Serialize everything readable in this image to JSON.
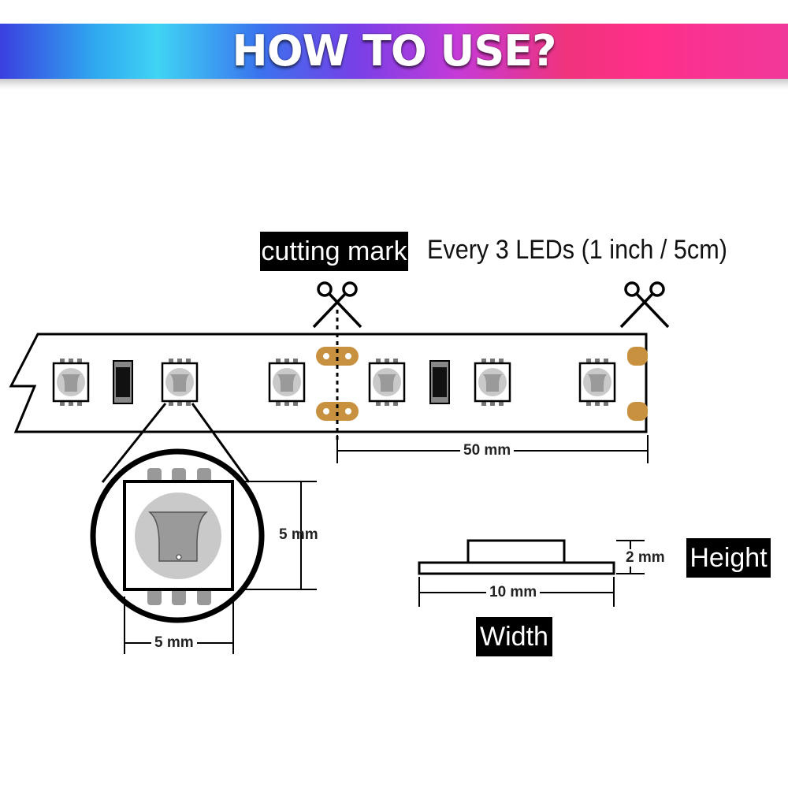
{
  "header": {
    "title": "HOW TO USE?"
  },
  "labels": {
    "cutting_mark": "cutting mark",
    "every_3_leds": "Every 3 LEDs (1 inch / 5cm)",
    "segment_length": "50 mm",
    "led_height": "5 mm",
    "led_width": "5 mm",
    "strip_height": "2 mm",
    "strip_width": "10 mm",
    "height_label": "Height",
    "width_label": "Width"
  },
  "colors": {
    "copper_pad": "#c8913f",
    "led_lens": "#c9c9c9",
    "outline": "#000000"
  },
  "icons": [
    "scissors-icon"
  ]
}
